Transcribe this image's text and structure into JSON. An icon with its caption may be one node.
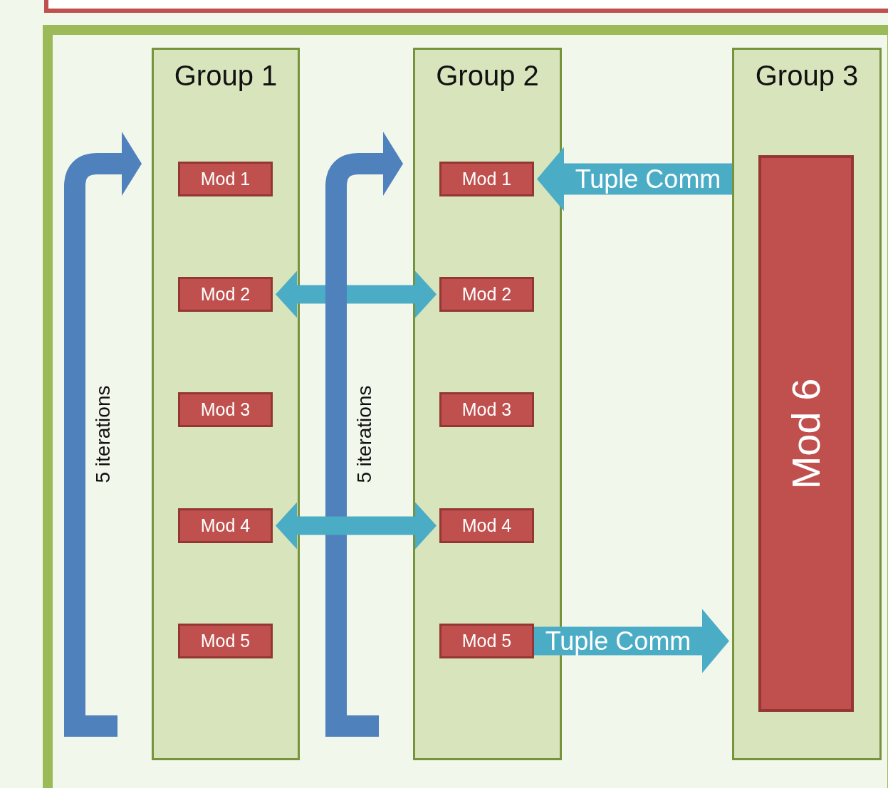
{
  "diagram": {
    "nodes": [
      {
        "text": [],
        "shape": "box"
      },
      {
        "text": [],
        "shape": "box"
      },
      {
        "text": [
          "Group 1"
        ],
        "in": 1
      },
      {
        "text": [
          "Mod 1"
        ],
        "in": 2
      },
      {
        "text": [
          "Mod 2"
        ],
        "in": 2
      },
      {
        "text": [
          "Mod 3"
        ],
        "in": 2
      },
      {
        "text": [
          "Mod 4"
        ],
        "in": 2
      },
      {
        "text": [
          "Mod 5"
        ],
        "in": 2
      },
      {
        "text": [
          "Group 2"
        ],
        "in": 1
      },
      {
        "text": [
          "Mod 1"
        ],
        "in": 8
      },
      {
        "text": [
          "Mod 2"
        ],
        "in": 8
      },
      {
        "text": [
          "Mod 3"
        ],
        "in": 8
      },
      {
        "text": [
          "Mod 4"
        ],
        "in": 8
      },
      {
        "text": [
          "Mod 5"
        ],
        "in": 8
      },
      {
        "text": [
          "Group 3"
        ],
        "in": 1
      },
      {
        "text": [
          "Mod 6"
        ],
        "in": 14
      }
    ],
    "edges": [
      {
        "from": null,
        "to": 2,
        "arrow": "to",
        "label": "5 iterations",
        "color": "#4f81bd"
      },
      {
        "from": 4,
        "to": 10,
        "arrow": "both"
      },
      {
        "from": null,
        "to": 8,
        "arrow": "to",
        "label": "5 iterations",
        "color": "#4f81bd"
      },
      {
        "from": 6,
        "to": 12,
        "arrow": "both"
      },
      {
        "from": 14,
        "to": 9,
        "arrow": "to",
        "label": "Tuple Comm"
      },
      {
        "from": 13,
        "to": 14,
        "arrow": "to",
        "label": "Tuple Comm"
      }
    ]
  }
}
